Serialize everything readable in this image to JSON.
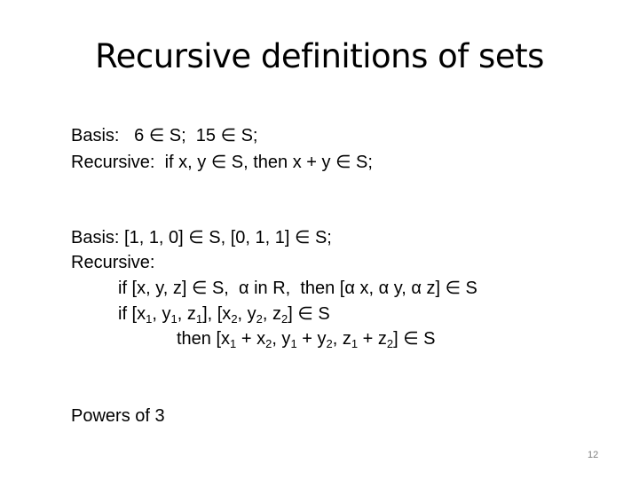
{
  "title": "Recursive definitions of sets",
  "lines": [
    "Basis:   6 ∈ S;  15 ∈ S;",
    "Recursive:  if x, y ∈ S, then x + y ∈ S;",
    "Basis: [1, 1, 0] ∈ S, [0, 1, 1] ∈ S;",
    "Recursive:",
    "if [x, y, z] ∈ S,  α in R,  then [α x, α y, α z] ∈ S"
  ],
  "rule2": {
    "a": "if [x",
    "s1": "1",
    "b": ", y",
    "s2": "1",
    "c": ", z",
    "s3": "1",
    "d": "], [x",
    "s4": "2",
    "e": ", y",
    "s5": "2",
    "f": ", z",
    "s6": "2",
    "g": "] ∈ S"
  },
  "rule3": {
    "a": "then [x",
    "s1": "1",
    "b": " + x",
    "s2": "2",
    "c": ", y",
    "s3": "1",
    "d": " + y",
    "s4": "2",
    "e": ", z",
    "s5": "1",
    "f": " + z",
    "s6": "2",
    "g": "] ∈ S"
  },
  "powers": "Powers of 3",
  "page_number": "12"
}
